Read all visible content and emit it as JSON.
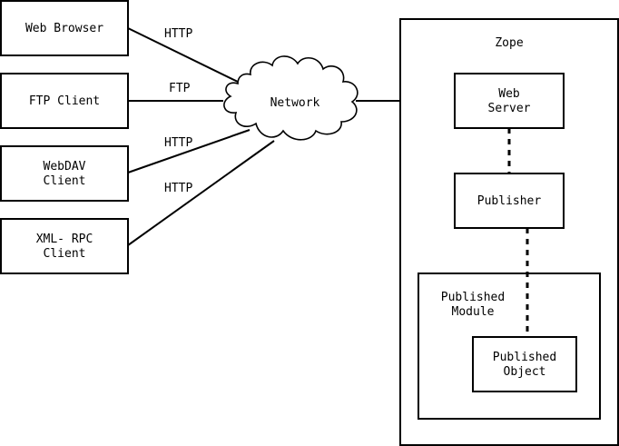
{
  "clients": {
    "web_browser": "Web Browser",
    "ftp_client": "FTP Client",
    "webdav_client": [
      "WebDAV",
      "Client"
    ],
    "xmlrpc_client": [
      "XML- RPC",
      "Client"
    ]
  },
  "protocols": {
    "web_browser": "HTTP",
    "ftp_client": "FTP",
    "webdav_client": "HTTP",
    "xmlrpc_client": "HTTP"
  },
  "network": "Network",
  "zope": {
    "title": "Zope",
    "web_server": [
      "Web",
      "Server"
    ],
    "publisher": "Publisher",
    "published_module": [
      "Published",
      "Module"
    ],
    "published_object": [
      "Published",
      "Object"
    ]
  }
}
